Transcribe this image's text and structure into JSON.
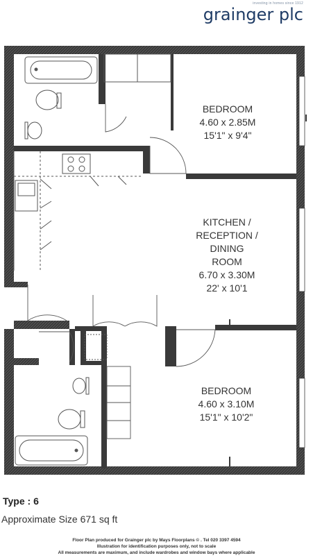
{
  "brand": {
    "tagline": "investing in homes since 1912",
    "name": "grainger plc"
  },
  "rooms": [
    {
      "name": "BEDROOM",
      "metric": "4.60 x 2.85M",
      "imperial": "15'1\" x 9'4\""
    },
    {
      "name_lines": [
        "KITCHEN /",
        "RECEPTION /",
        "DINING",
        "ROOM"
      ],
      "metric": "6.70 x 3.30M",
      "imperial": "22' x 10'1"
    },
    {
      "name": "BEDROOM",
      "metric": "4.60 x 3.10M",
      "imperial": "15'1\" x 10'2\""
    }
  ],
  "type_label": "Type : 6",
  "approx_size": "Approximate Size 671 sq ft",
  "footer": {
    "line1": "Floor Plan produced for Grainger plc by Mays Floorplans © . Tel 020 3397 4594",
    "line2": "Illustration for identification purposes only, not to scale",
    "line3": "All measurements are maximum, and include wardrobes and window bays where applicable"
  },
  "colors": {
    "wall": "#3a3a3a",
    "fixture": "#555555",
    "brand": "#1f3c66"
  }
}
